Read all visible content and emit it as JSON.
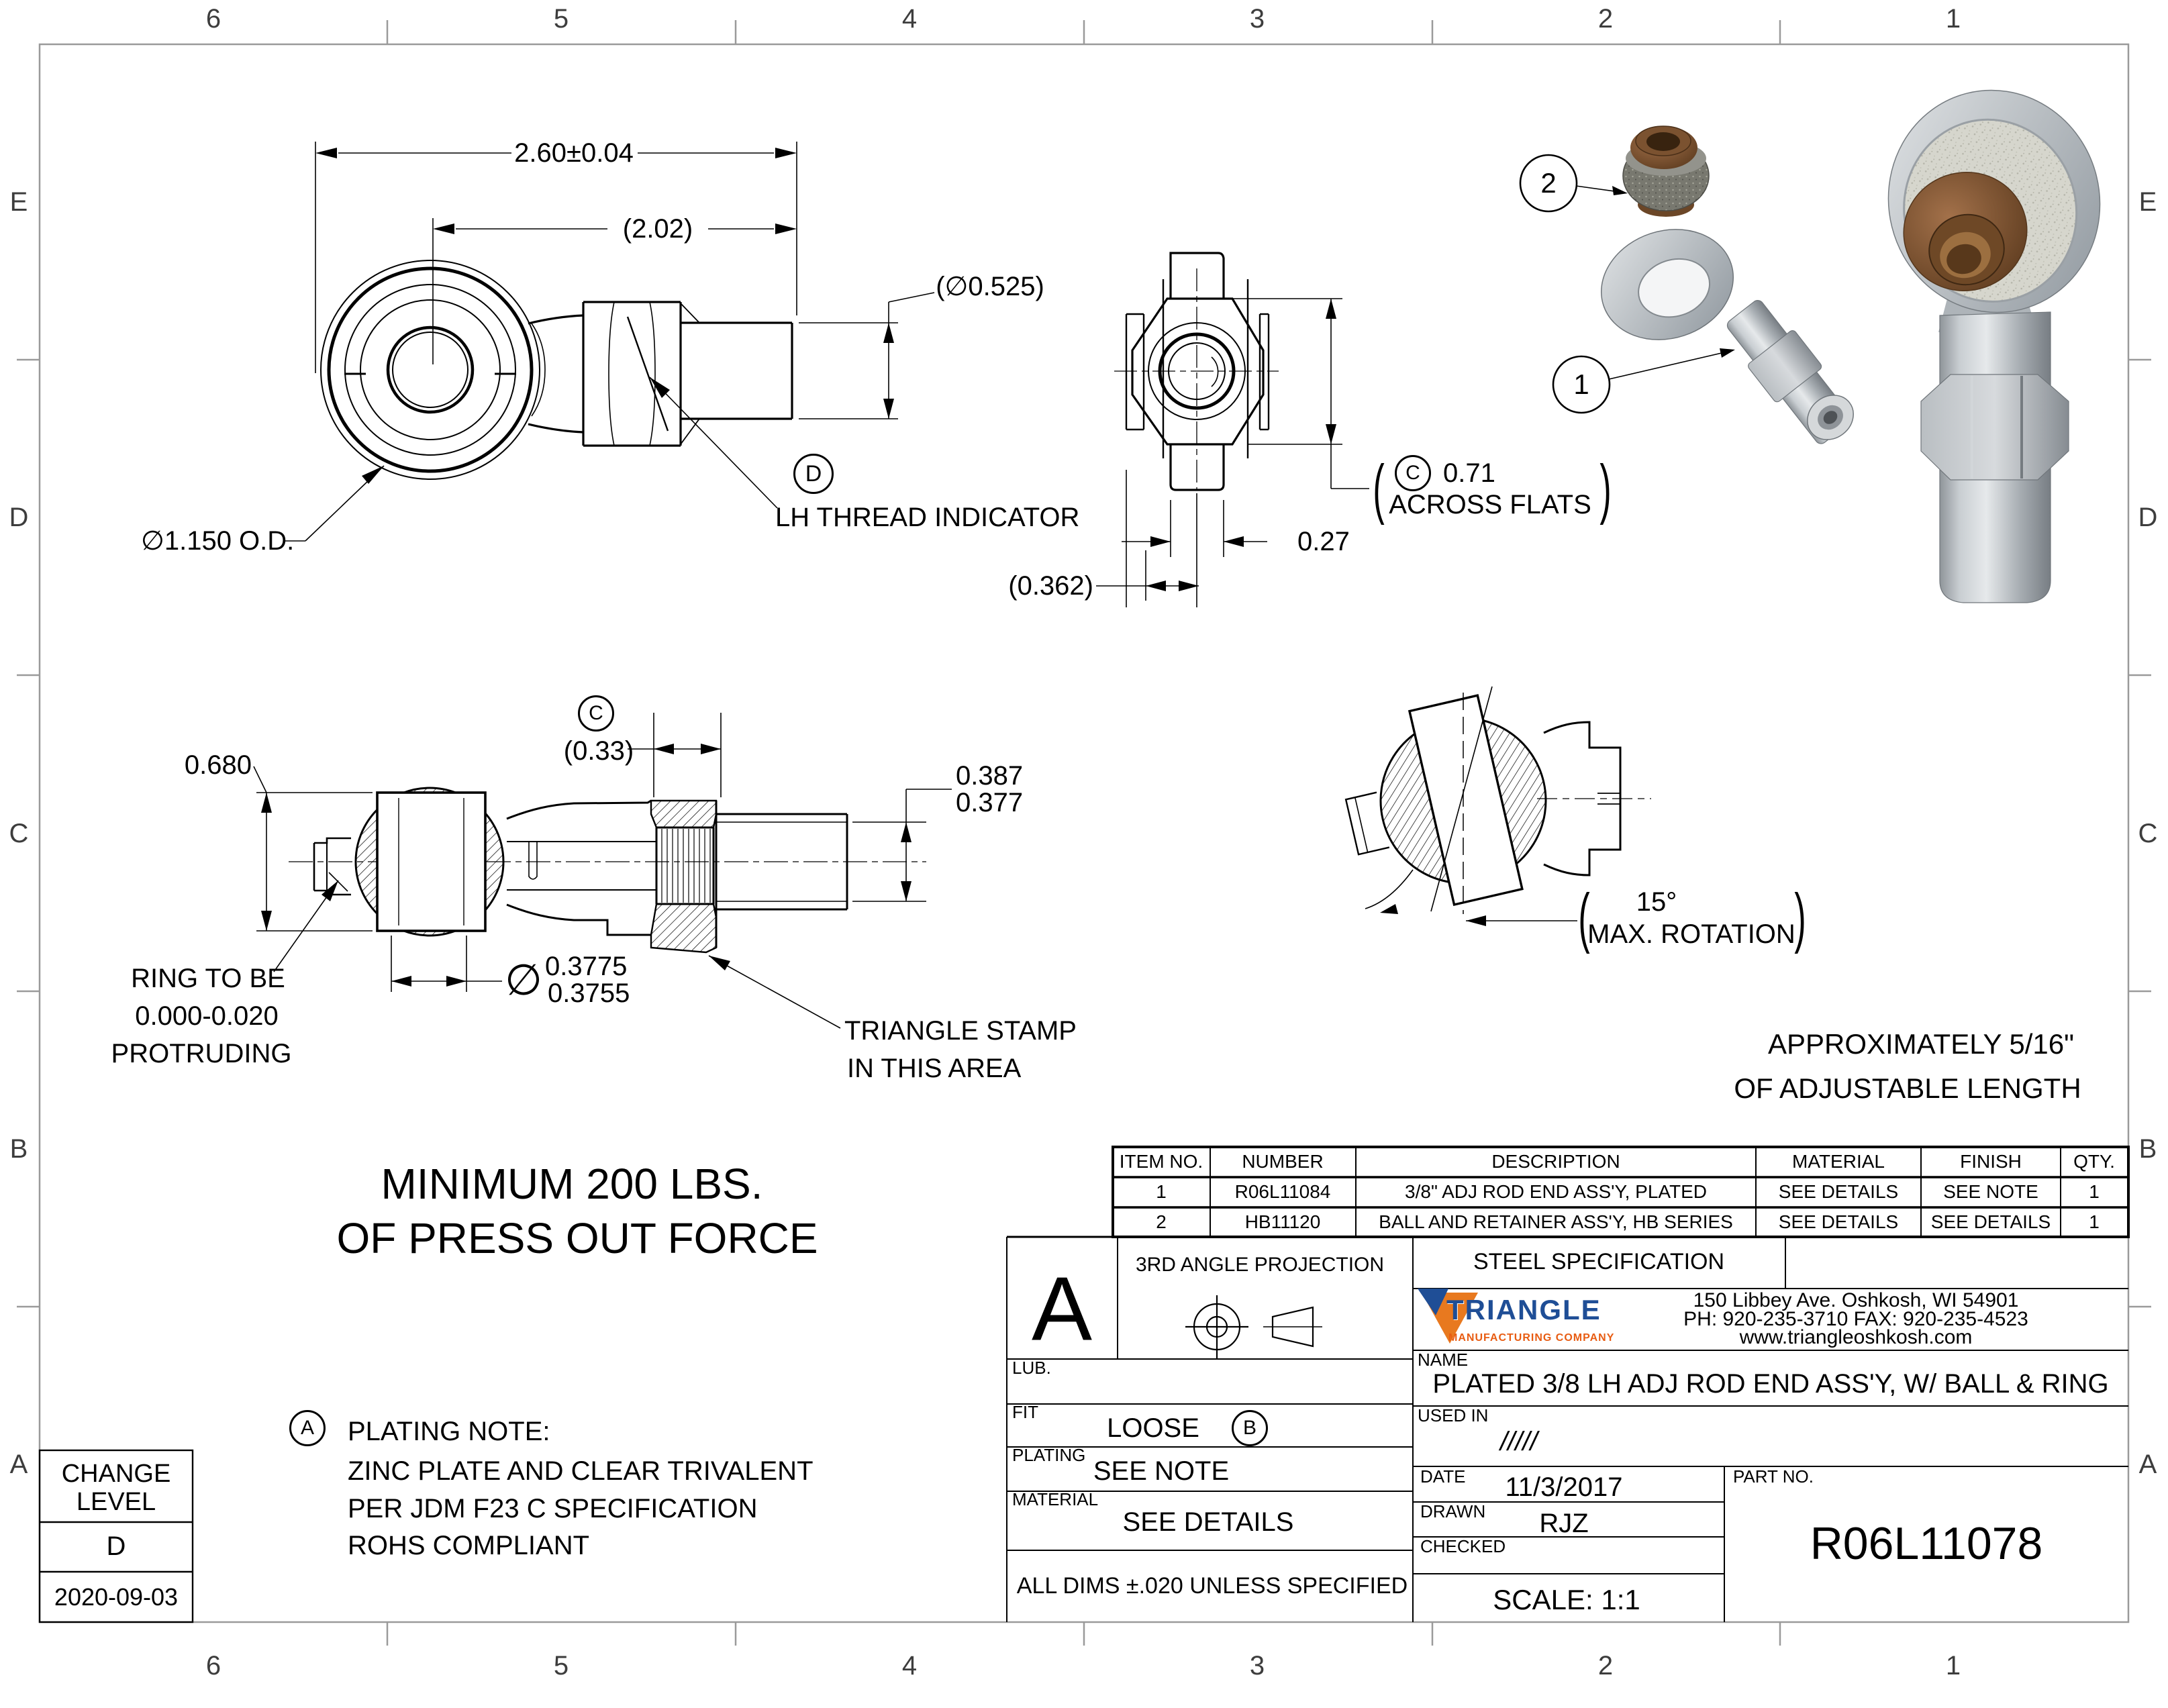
{
  "sheet": {
    "zones_top": [
      "6",
      "5",
      "4",
      "3",
      "2",
      "1"
    ],
    "zones_bottom": [
      "6",
      "5",
      "4",
      "3",
      "2",
      "1"
    ],
    "zones_left": [
      "E",
      "D",
      "C",
      "B",
      "A"
    ],
    "zones_right": [
      "E",
      "D",
      "C",
      "B",
      "A"
    ]
  },
  "glyphs": {
    "paren_open": "(",
    "paren_close": ")"
  },
  "front_view": {
    "dim_overall": "2.60±0.04",
    "dim_center_to_end": "(2.02)",
    "dim_thread_od": "(∅0.525)",
    "dim_eye_od": "∅1.150 O.D.",
    "datum_d": "D",
    "thread_note": "LH THREAD INDICATOR"
  },
  "side_view": {
    "datum_c": "C",
    "across_flats_value": "0.71",
    "across_flats_label": "ACROSS FLATS",
    "dim_width": "0.27",
    "dim_ref_width": "(0.362)"
  },
  "section_view": {
    "dim_height": "0.680",
    "datum_c": "C",
    "dim_thread_len": "(0.33)",
    "dim_shank_upper": "0.387",
    "dim_shank_lower": "0.377",
    "dia_symbol": "∅",
    "dim_bore_upper": "0.3775",
    "dim_bore_lower": "0.3755",
    "ring_note_line1": "RING TO BE",
    "ring_note_line2": "0.000-0.020",
    "ring_note_line3": "PROTRUDING",
    "stamp_note_line1": "TRIANGLE STAMP",
    "stamp_note_line2": "IN THIS AREA"
  },
  "rotation_view": {
    "angle": "15°",
    "label": "MAX. ROTATION"
  },
  "balloons": {
    "item1": "1",
    "item2": "2"
  },
  "notes": {
    "press_out_line1": "MINIMUM 200 LBS.",
    "press_out_line2": "OF PRESS OUT FORCE",
    "adjustable_line1": "APPROXIMATELY 5/16\"",
    "adjustable_line2": "OF ADJUSTABLE LENGTH",
    "plating_datum": "A",
    "plating_title": "PLATING NOTE:",
    "plating_line1": "ZINC PLATE AND CLEAR TRIVALENT",
    "plating_line2": "PER JDM F23 C SPECIFICATION",
    "plating_line3": "ROHS COMPLIANT"
  },
  "change_level": {
    "label_line1": "CHANGE",
    "label_line2": "LEVEL",
    "level": "D",
    "date": "2020-09-03"
  },
  "parts_table": {
    "headers": [
      "ITEM NO.",
      "NUMBER",
      "DESCRIPTION",
      "MATERIAL",
      "FINISH",
      "QTY."
    ],
    "rows": [
      [
        "1",
        "R06L11084",
        "3/8\" ADJ ROD END ASS'Y, PLATED",
        "SEE DETAILS",
        "SEE NOTE",
        "1"
      ],
      [
        "2",
        "HB11120",
        "BALL AND RETAINER ASS'Y, HB SERIES",
        "SEE DETAILS",
        "SEE DETAILS",
        "1"
      ]
    ]
  },
  "title_block": {
    "revision": "A",
    "projection_label": "3RD ANGLE PROJECTION",
    "spec_title": "STEEL SPECIFICATION",
    "logo_text": "TRIANGLE",
    "logo_sub": "MANUFACTURING COMPANY",
    "address_line1": "150 Libbey Ave. Oshkosh, WI  54901",
    "address_line2": "PH:  920-235-3710 FAX:  920-235-4523",
    "address_line3": "www.triangleoshkosh.com",
    "lub_label": "LUB.",
    "fit_label": "FIT",
    "fit_value": "LOOSE",
    "fit_datum": "B",
    "plating_label": "PLATING",
    "plating_value": "SEE NOTE",
    "material_label": "MATERIAL",
    "material_value": "SEE DETAILS",
    "dims_note": "ALL DIMS ±.020 UNLESS SPECIFIED",
    "name_label": "NAME",
    "name_value": "PLATED 3/8 LH ADJ ROD END ASS'Y, W/ BALL & RING",
    "used_in_label": "USED IN",
    "used_in_value": "/////",
    "date_label": "DATE",
    "date_value": "11/3/2017",
    "drawn_label": "DRAWN",
    "drawn_value": "RJZ",
    "checked_label": "CHECKED",
    "scale_label": "SCALE: 1:1",
    "part_no_label": "PART NO.",
    "part_no_value": "R06L11078"
  },
  "colors": {
    "line": "#000000",
    "frame": "#9a9a9a",
    "logo_orange": "#e8791f",
    "logo_blue": "#1f4e96",
    "metal_light": "#dde0e2",
    "metal_mid": "#b3b8bc",
    "metal_dark": "#80868b",
    "bronze": "#7d5232",
    "bronze_dark": "#4a2f18"
  }
}
